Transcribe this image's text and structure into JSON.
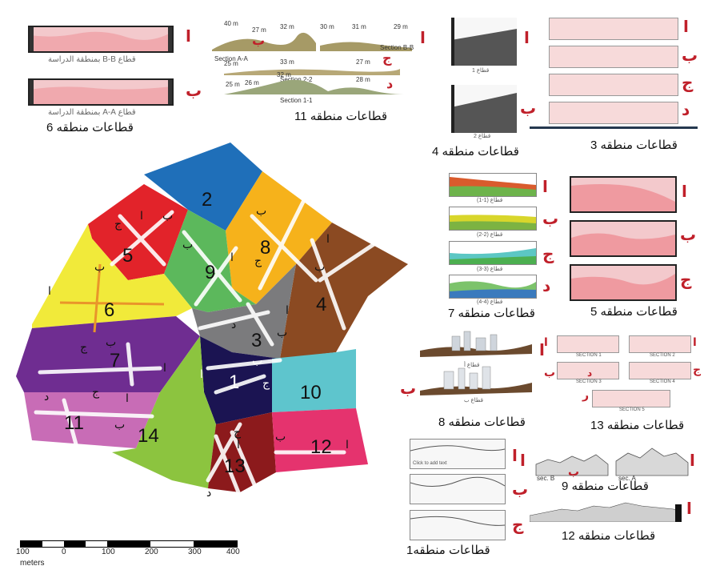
{
  "captions": {
    "z6": "قطاعات منطقه 6",
    "z11": "قطاعات منطقه 11",
    "z4": "قطاعات منطقه 4",
    "z3": "قطاعات منطقه 3",
    "z7": "قطاعات منطقه 7",
    "z5": "قطاعات منطقه 5",
    "z8": "قطاعات منطقه 8",
    "z13": "قطاعات منطقه 13",
    "z9": "قطاعات منطقه 9",
    "z12": "قطاعات منطقه 12",
    "z1": "قطاعات منطقه1"
  },
  "z6_titles": [
    "قطاع B-B بمنطقة الدراسة",
    "قطاع A-A بمنطقة الدراسة"
  ],
  "z11_labels": {
    "secAA": "Section A-A",
    "secBB": "Section B-B",
    "sec22": "Section 2-2",
    "sec11": "Section 1-1",
    "h1": [
      "40 m",
      "27 m",
      "32 m",
      "30 m",
      "31 m",
      "29 m"
    ],
    "h2": [
      "25 m",
      "33 m",
      "27 m"
    ],
    "h3": [
      "25 m",
      "26 m",
      "32 m",
      "28 m"
    ]
  },
  "letters": {
    "a": "ا",
    "b": "ب",
    "j": "ج",
    "d": "د",
    "r": "ر"
  },
  "zones": [
    "1",
    "2",
    "3",
    "4",
    "5",
    "6",
    "7",
    "8",
    "9",
    "10",
    "11",
    "12",
    "13",
    "14"
  ],
  "scale": {
    "ticks": [
      "100",
      "0",
      "100",
      "200",
      "300",
      "400"
    ],
    "unit": "meters"
  },
  "z13_sections": [
    "SECTION 1",
    "SECTION 2",
    "SECTION 3",
    "SECTION 4",
    "SECTION 5"
  ],
  "z9_secs": [
    "sec. B",
    "sec. A"
  ],
  "z4_labels": [
    "قطاع 1",
    "قطاع 2"
  ],
  "z7_labels": [
    "قطاع (1-1)",
    "قطاع (2-2)",
    "قطاع (3-3)",
    "قطاع (4-4)"
  ],
  "z8_labels": [
    "قطاع أ",
    "قطاع ب"
  ],
  "z1_label": "Click to add text"
}
